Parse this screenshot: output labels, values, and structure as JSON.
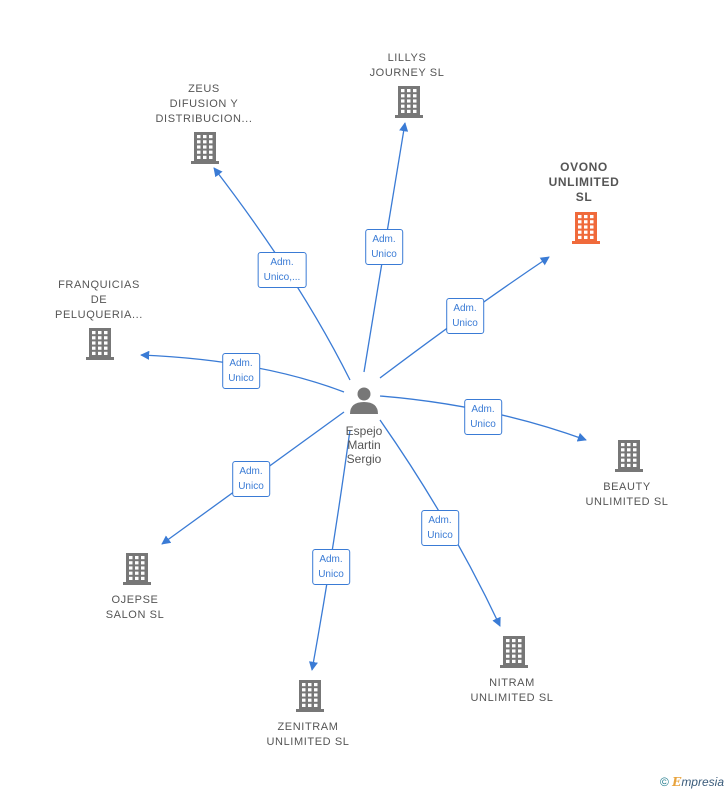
{
  "center": {
    "name": "Espejo\nMartin\nSergio",
    "icon": "person-icon"
  },
  "colors": {
    "edge": "#3a7bd5",
    "company": "#777777",
    "highlight": "#f06a3b"
  },
  "companies": [
    {
      "id": "lillys",
      "name": "LILLYS\nJOURNEY  SL",
      "role": "Adm.\nUnico",
      "highlight": false
    },
    {
      "id": "zeus",
      "name": "ZEUS\nDIFUSION Y\nDISTRIBUCION...",
      "role": "Adm.\nUnico,...",
      "highlight": false
    },
    {
      "id": "ovono",
      "name": "OVONO\nUNLIMITED\nSL",
      "role": "Adm.\nUnico",
      "highlight": true
    },
    {
      "id": "franquicias",
      "name": "FRANQUICIAS\nDE\nPELUQUERIA...",
      "role": "Adm.\nUnico",
      "highlight": false
    },
    {
      "id": "beauty",
      "name": "BEAUTY\nUNLIMITED  SL",
      "role": "Adm.\nUnico",
      "highlight": false
    },
    {
      "id": "ojepse",
      "name": "OJEPSE\nSALON  SL",
      "role": "Adm.\nUnico",
      "highlight": false
    },
    {
      "id": "nitram",
      "name": "NITRAM\nUNLIMITED  SL",
      "role": "Adm.\nUnico",
      "highlight": false
    },
    {
      "id": "zenitram",
      "name": "ZENITRAM\nUNLIMITED  SL",
      "role": "Adm.\nUnico",
      "highlight": false
    }
  ],
  "brand": {
    "symbol": "©",
    "initial": "E",
    "rest": "mpresia"
  }
}
